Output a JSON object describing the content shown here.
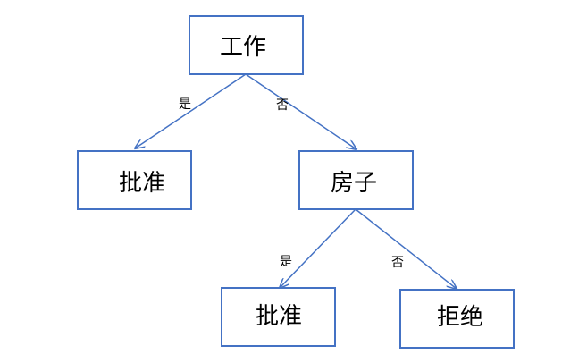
{
  "colors": {
    "box_border": "#4472c4",
    "arrow": "#4472c4",
    "text": "#000000",
    "background": "#ffffff"
  },
  "nodes": {
    "root": {
      "label": "工作"
    },
    "left": {
      "label": "批准"
    },
    "house": {
      "label": "房子"
    },
    "house_yes": {
      "label": "批准"
    },
    "house_no": {
      "label": "拒绝"
    }
  },
  "edges": {
    "root_yes": {
      "label": "是"
    },
    "root_no": {
      "label": "否"
    },
    "house_yes": {
      "label": "是"
    },
    "house_no": {
      "label": "否"
    }
  }
}
